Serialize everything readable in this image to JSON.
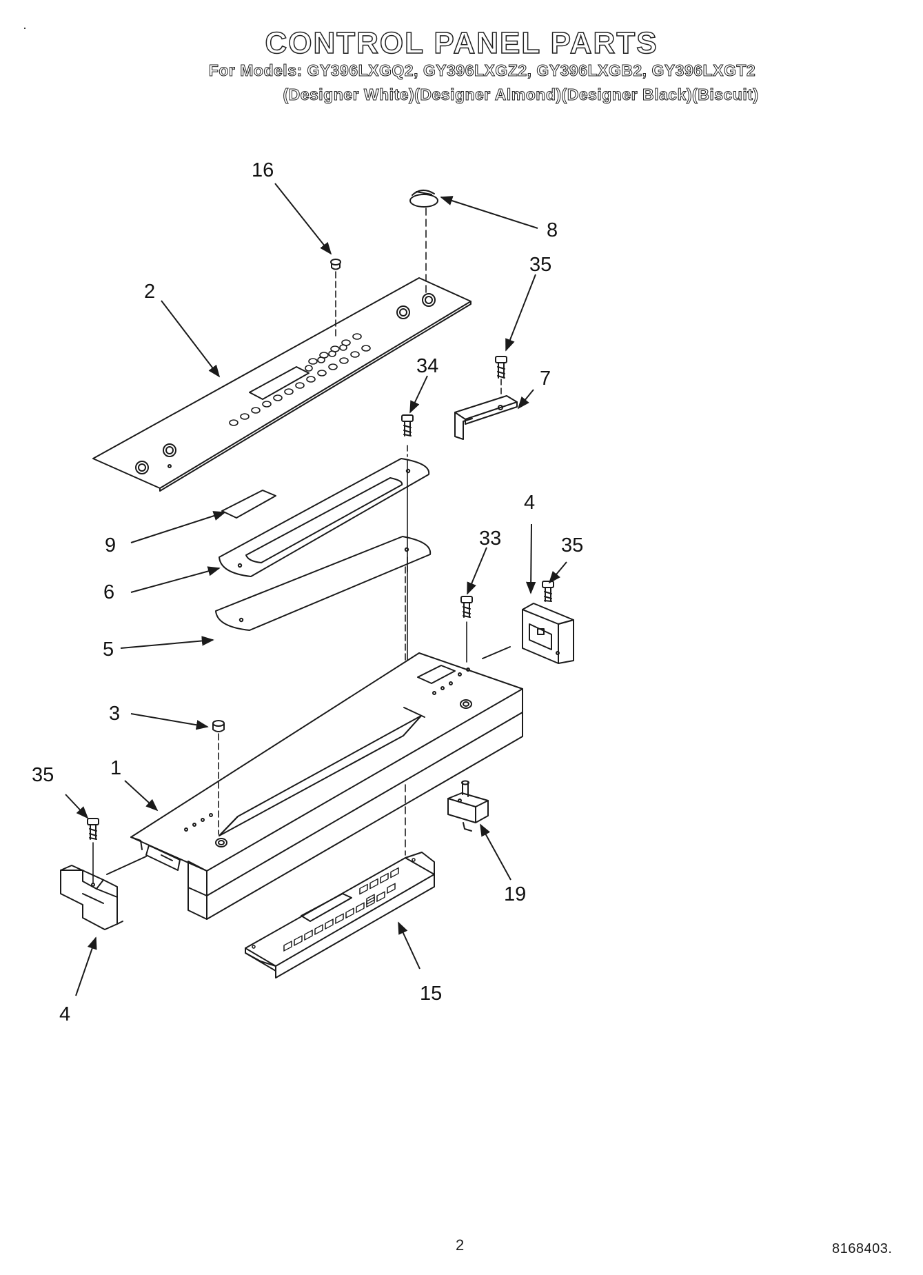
{
  "header": {
    "title": "CONTROL PANEL PARTS",
    "models": "For Models: GY396LXGQ2, GY396LXGZ2, GY396LXGB2, GY396LXGT2",
    "colors": "(Designer White)(Designer Almond)(Designer Black)(Biscuit)"
  },
  "callouts": {
    "c16": "16",
    "c8": "8",
    "c2": "2",
    "c35a": "35",
    "c34": "34",
    "c7": "7",
    "c9": "9",
    "c6": "6",
    "c5": "5",
    "c33": "33",
    "c4a": "4",
    "c35b": "35",
    "c3": "3",
    "c1": "1",
    "c35c": "35",
    "c19": "19",
    "c15": "15",
    "c4b": "4"
  },
  "footer": {
    "page_number": "2",
    "doc_code": "8168403."
  },
  "colors": {
    "line": "#1a1a1a",
    "paper": "#ffffff"
  }
}
